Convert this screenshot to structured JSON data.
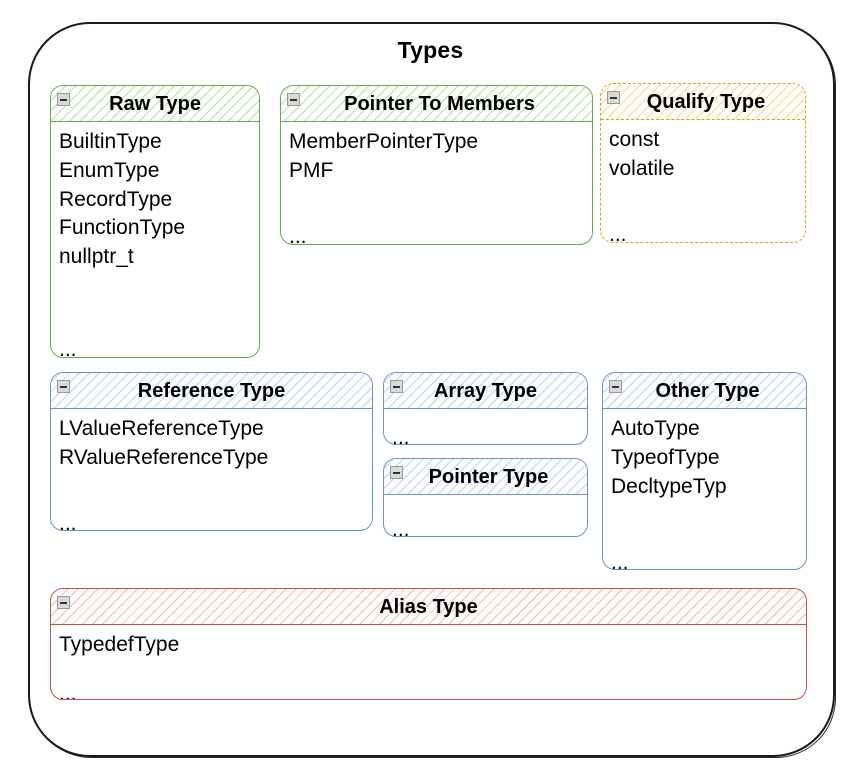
{
  "diagram": {
    "title": "Types",
    "type": "uml-package-diagram",
    "collapse_icon": "collapse-minus-icon",
    "ellipsis": "...",
    "colors": {
      "outer_border": "#1a1a1a",
      "green": "#6aa84f",
      "orange": "#d6a21f",
      "blue": "#6d93c6",
      "red": "#c0504d",
      "text": "#000000",
      "background": "#ffffff"
    }
  },
  "packages": [
    {
      "id": "raw-type",
      "title": "Raw Type",
      "color": "green",
      "border_style": "solid",
      "items": [
        "BuiltinType",
        "EnumType",
        "RecordType",
        "FunctionType",
        "nullptr_t"
      ],
      "ellipsis": "..."
    },
    {
      "id": "pointer-to-members",
      "title": "Pointer To Members",
      "color": "green",
      "border_style": "solid",
      "items": [
        "MemberPointerType",
        "PMF"
      ],
      "ellipsis": "..."
    },
    {
      "id": "qualify-type",
      "title": "Qualify Type",
      "color": "orange",
      "border_style": "dashed",
      "items": [
        "const",
        "volatile"
      ],
      "ellipsis": "..."
    },
    {
      "id": "reference-type",
      "title": "Reference Type",
      "color": "blue",
      "border_style": "solid",
      "items": [
        "LValueReferenceType",
        "RValueReferenceType"
      ],
      "ellipsis": "..."
    },
    {
      "id": "array-type",
      "title": "Array Type",
      "color": "blue",
      "border_style": "solid",
      "items": [],
      "ellipsis": "..."
    },
    {
      "id": "pointer-type",
      "title": "Pointer Type",
      "color": "blue",
      "border_style": "solid",
      "items": [],
      "ellipsis": "..."
    },
    {
      "id": "other-type",
      "title": "Other Type",
      "color": "blue",
      "border_style": "solid",
      "items": [
        "AutoType",
        "TypeofType",
        "DecltypeTyp"
      ],
      "ellipsis": "..."
    },
    {
      "id": "alias-type",
      "title": "Alias Type",
      "color": "red",
      "border_style": "solid",
      "items": [
        "TypedefType"
      ],
      "ellipsis": "..."
    }
  ]
}
